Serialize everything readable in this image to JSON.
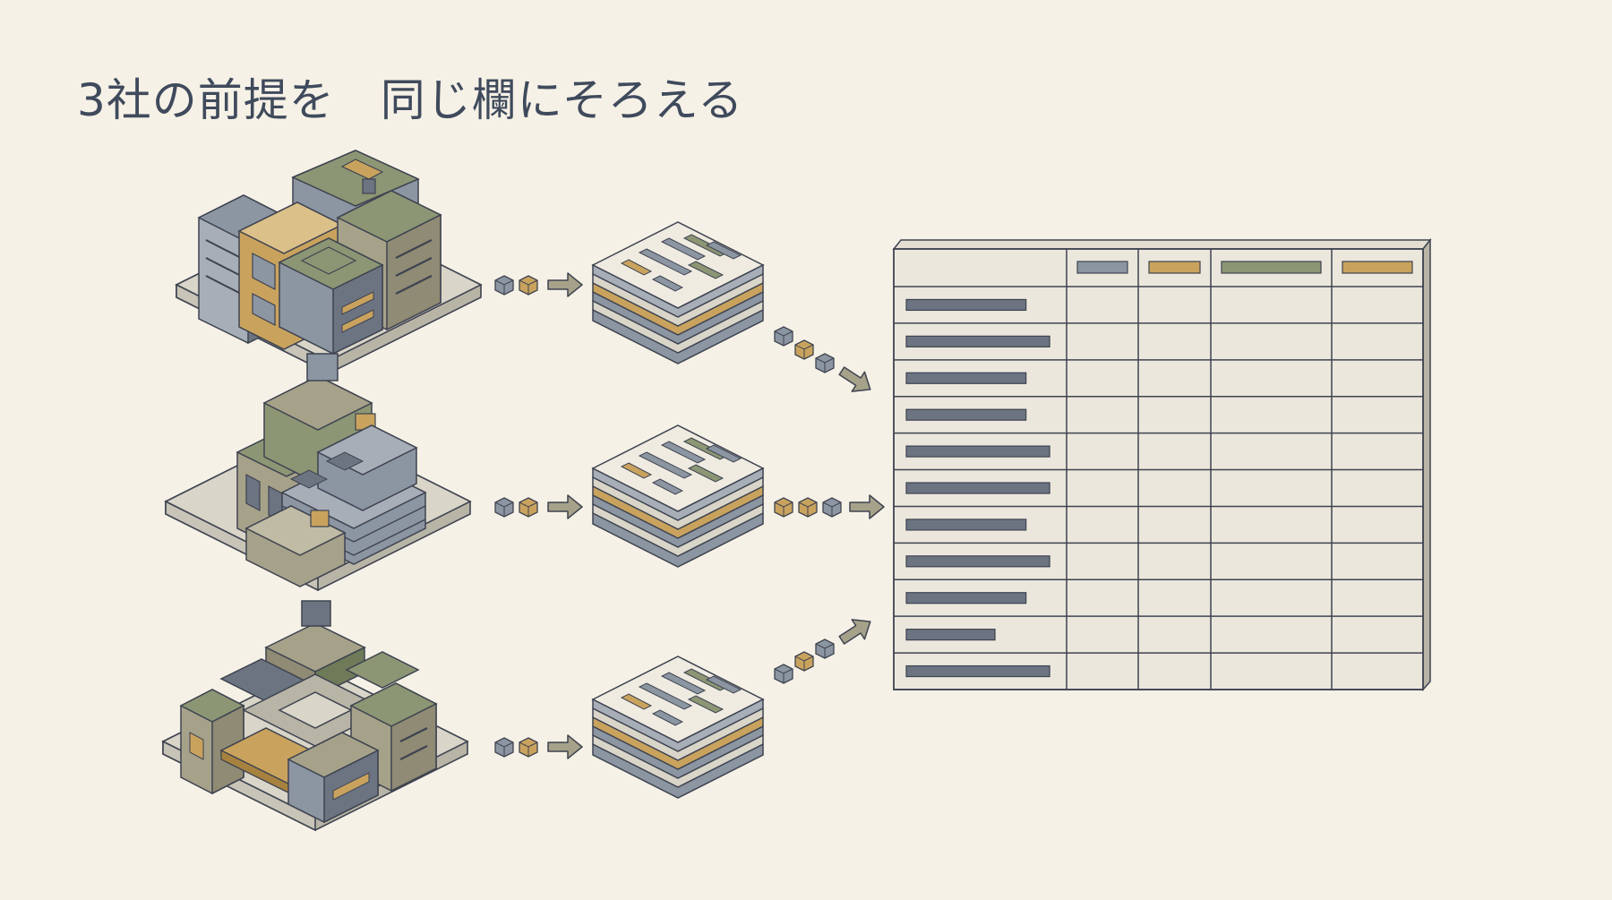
{
  "title": "3社の前提を　同じ欄にそろえる",
  "colors": {
    "background": "#f6f1e6",
    "outline": "#3e4350",
    "slate": "#8c95a2",
    "slate_dark": "#6c7482",
    "olive": "#8c9674",
    "olive_dark": "#6f7a58",
    "mustard": "#c9a35e",
    "stone": "#d9d5c8",
    "stone_dark": "#b8b4a6",
    "paper": "#ebe7dc",
    "khaki": "#a6a28a"
  },
  "sources": [
    {
      "name": "company-1-campus"
    },
    {
      "name": "company-2-campus"
    },
    {
      "name": "company-3-campus"
    }
  ],
  "table": {
    "header_bars": [
      "slate",
      "mustard",
      "olive",
      "mustard"
    ],
    "row_bar_fractions": [
      0.81,
      0.97,
      0.81,
      0.81,
      0.97,
      0.97,
      0.81,
      0.97,
      0.81,
      0.6,
      0.97
    ]
  }
}
